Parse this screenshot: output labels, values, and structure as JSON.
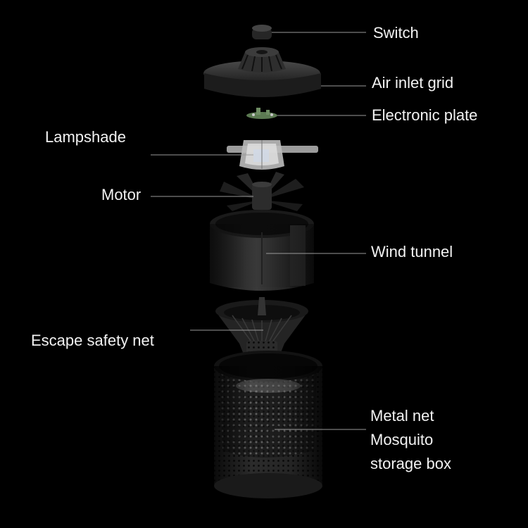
{
  "diagram": {
    "title": "",
    "components": [
      {
        "id": "switch",
        "label": "Switch"
      },
      {
        "id": "air-inlet-grid",
        "label": "Air inlet grid"
      },
      {
        "id": "electronic-plate",
        "label": "Electronic plate"
      },
      {
        "id": "lampshade",
        "label": "Lampshade"
      },
      {
        "id": "motor",
        "label": "Motor"
      },
      {
        "id": "wind-tunnel",
        "label": "Wind tunnel"
      },
      {
        "id": "escape-safety-net",
        "label": "Escape safety net"
      },
      {
        "id": "metal-net",
        "label": "Metal net"
      },
      {
        "id": "mosquito-storage-box",
        "label_line1": "Mosquito",
        "label_line2": "storage box"
      }
    ]
  },
  "colors": {
    "background": "#000000",
    "label_text": "#f2f2f2",
    "leader_line": "#9a9a9a",
    "part_body": "#2a2a2a",
    "electronic_plate": "#5c7a52"
  }
}
